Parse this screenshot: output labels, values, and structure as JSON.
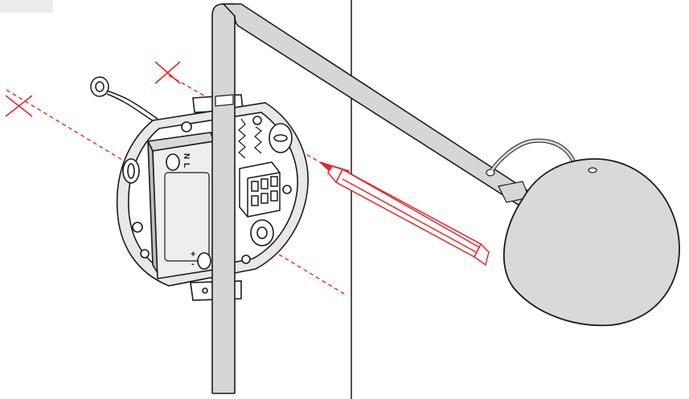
{
  "colors": {
    "line": "#1a1a1a",
    "marking_red": "#e3262b",
    "lamp_gray": "#d9d9d9",
    "arm_gray": "#d6d6d6",
    "plate_gray": "#cfcfcf",
    "corner_tab": "#ececec"
  },
  "terminal_labels": {
    "l": "L",
    "n": "N",
    "plus": "+",
    "minus": "-"
  },
  "icons": [
    "mounting-plate",
    "wall-arm",
    "lamp-shade",
    "pencil-icon",
    "cross-mark-icon",
    "drill-line"
  ]
}
